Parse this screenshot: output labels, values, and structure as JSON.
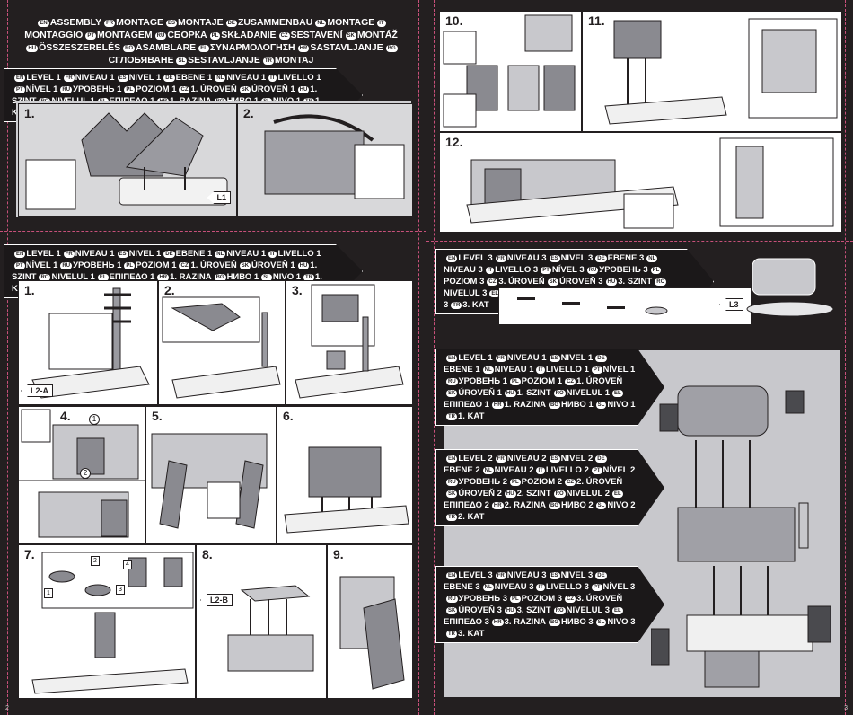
{
  "assembly_header": [
    {
      "code": "EN",
      "text": "ASSEMBLY"
    },
    {
      "code": "FR",
      "text": "MONTAGE"
    },
    {
      "code": "ES",
      "text": "MONTAJE"
    },
    {
      "code": "DE",
      "text": "ZUSAMMENBAU"
    },
    {
      "code": "NL",
      "text": "MONTAGE"
    },
    {
      "code": "IT",
      "text": "MONTAGGIO"
    },
    {
      "code": "PT",
      "text": "MONTAGEM"
    },
    {
      "code": "RU",
      "text": "СБОРКА"
    },
    {
      "code": "PL",
      "text": "SKŁADANIE"
    },
    {
      "code": "CZ",
      "text": "SESTAVENÍ"
    },
    {
      "code": "SK",
      "text": "MONTÁŽ"
    },
    {
      "code": "HU",
      "text": "ÖSSZESZERELÉS"
    },
    {
      "code": "RO",
      "text": "ASAMBLARE"
    },
    {
      "code": "EL",
      "text": "ΣΥΝΑΡΜΟΛΟΓΗΣΗ"
    },
    {
      "code": "HR",
      "text": "SASTAVLJANJE"
    },
    {
      "code": "BG",
      "text": "СГЛОБЯВАНЕ"
    },
    {
      "code": "SL",
      "text": "SESTAVLJANJE"
    },
    {
      "code": "TR",
      "text": "MONTAJ"
    }
  ],
  "level1_banner": [
    {
      "code": "EN",
      "text": "LEVEL 1"
    },
    {
      "code": "FR",
      "text": "NIVEAU 1"
    },
    {
      "code": "ES",
      "text": "NIVEL 1"
    },
    {
      "code": "DE",
      "text": "EBENE 1"
    },
    {
      "code": "NL",
      "text": "NIVEAU 1"
    },
    {
      "code": "IT",
      "text": "LIVELLO 1"
    },
    {
      "code": "PT",
      "text": "NÍVEL 1"
    },
    {
      "code": "RU",
      "text": "УРОВЕНЬ 1"
    },
    {
      "code": "PL",
      "text": "POZIOM 1"
    },
    {
      "code": "CZ",
      "text": "1. ÚROVEŇ"
    },
    {
      "code": "SK",
      "text": "ÚROVEŇ 1"
    },
    {
      "code": "HU",
      "text": "1. SZINT"
    },
    {
      "code": "RO",
      "text": "NIVELUL 1"
    },
    {
      "code": "EL",
      "text": "ΕΠΙΠΕΔΟ 1"
    },
    {
      "code": "HR",
      "text": "1. RAZINA"
    },
    {
      "code": "BG",
      "text": "НИВО 1"
    },
    {
      "code": "SL",
      "text": "NIVO 1"
    },
    {
      "code": "TR",
      "text": "1. KAT"
    }
  ],
  "level2_banner": [
    {
      "code": "EN",
      "text": "LEVEL 2"
    },
    {
      "code": "FR",
      "text": "NIVEAU 2"
    },
    {
      "code": "ES",
      "text": "NIVEL 2"
    },
    {
      "code": "DE",
      "text": "EBENE 2"
    },
    {
      "code": "NL",
      "text": "NIVEAU 2"
    },
    {
      "code": "IT",
      "text": "LIVELLO 2"
    },
    {
      "code": "PT",
      "text": "NÍVEL 2"
    },
    {
      "code": "RU",
      "text": "УРОВЕНЬ 2"
    },
    {
      "code": "PL",
      "text": "POZIOM 2"
    },
    {
      "code": "CZ",
      "text": "2. ÚROVEŇ"
    },
    {
      "code": "SK",
      "text": "ÚROVEŇ 2"
    },
    {
      "code": "HU",
      "text": "2. SZINT"
    },
    {
      "code": "RO",
      "text": "NIVELUL 2"
    },
    {
      "code": "EL",
      "text": "ΕΠΙΠΕΔΟ 2"
    },
    {
      "code": "HR",
      "text": "2. RAZINA"
    },
    {
      "code": "BG",
      "text": "НИВО 2"
    },
    {
      "code": "SL",
      "text": "NIVO 2"
    },
    {
      "code": "TR",
      "text": "2. KAT"
    }
  ],
  "level3_banner": [
    {
      "code": "EN",
      "text": "LEVEL 3"
    },
    {
      "code": "FR",
      "text": "NIVEAU 3"
    },
    {
      "code": "ES",
      "text": "NIVEL 3"
    },
    {
      "code": "DE",
      "text": "EBENE 3"
    },
    {
      "code": "NL",
      "text": "NIVEAU 3"
    },
    {
      "code": "IT",
      "text": "LIVELLO 3"
    },
    {
      "code": "PT",
      "text": "NÍVEL 3"
    },
    {
      "code": "RU",
      "text": "УРОВЕНЬ 3"
    },
    {
      "code": "PL",
      "text": "POZIOM 3"
    },
    {
      "code": "CZ",
      "text": "3. ÚROVEŇ"
    },
    {
      "code": "SK",
      "text": "ÚROVEŇ 3"
    },
    {
      "code": "HU",
      "text": "3. SZINT"
    },
    {
      "code": "RO",
      "text": "NIVELUL 3"
    },
    {
      "code": "EL",
      "text": "ΕΠΙΠΕΔΟ 3"
    },
    {
      "code": "HR",
      "text": "3. RAZINA"
    },
    {
      "code": "BG",
      "text": "НИВО 3"
    },
    {
      "code": "SL",
      "text": "NIVO 3"
    },
    {
      "code": "TR",
      "text": "3. KAT"
    }
  ],
  "steps": {
    "s1": "1.",
    "s2": "2.",
    "s3": "3.",
    "s4": "4.",
    "s5": "5.",
    "s6": "6.",
    "s7": "7.",
    "s8": "8.",
    "s9": "9.",
    "s10": "10.",
    "s11": "11.",
    "s12": "12."
  },
  "tags": {
    "l1": "L1",
    "l2a": "L2-A",
    "l2b": "L2-B",
    "l3": "L3"
  },
  "callouts": {
    "c1": "1",
    "c2": "2",
    "c3": "3",
    "c4": "4"
  },
  "page_numbers": {
    "left": "2",
    "right": "3"
  }
}
